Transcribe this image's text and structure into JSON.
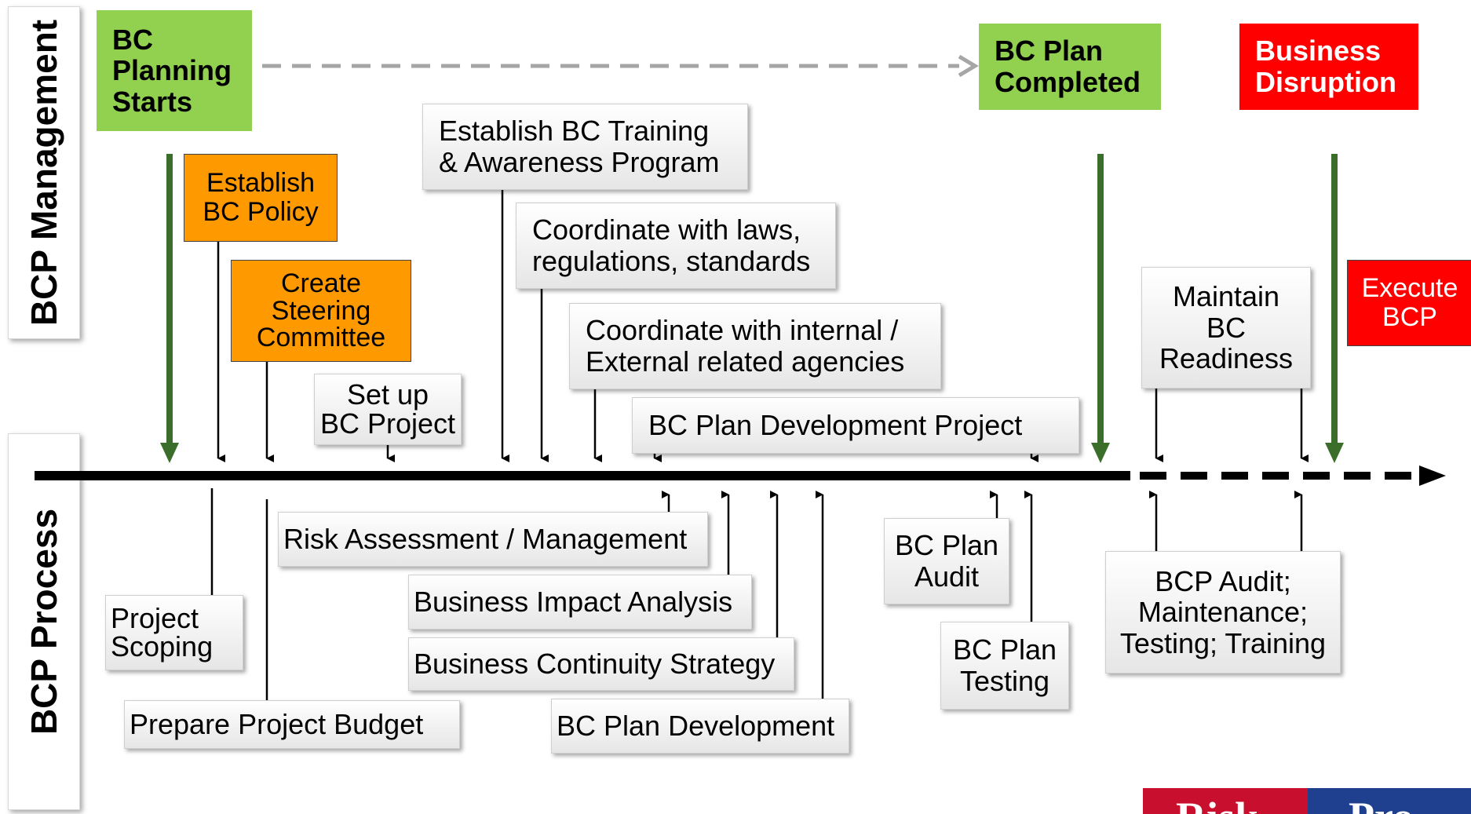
{
  "side_labels": {
    "top": "BCP Management",
    "bottom": "BCP Process"
  },
  "milestones": {
    "start": "BC\nPlanning\nStarts",
    "completed": "BC Plan\nCompleted",
    "disruption": "Business\nDisruption"
  },
  "management_tasks": {
    "policy": "Establish\nBC Policy",
    "steering": "Create\nSteering\nCommittee",
    "project": "Set up\nBC Project",
    "training": "Establish BC Training\n& Awareness Program",
    "laws": "Coordinate with laws,\nregulations, standards",
    "agencies": "Coordinate with internal /\nExternal related agencies",
    "devproject": "BC Plan Development Project",
    "maintain": "Maintain\nBC\nReadiness",
    "execute": "Execute\nBCP"
  },
  "process_tasks": {
    "scoping": "Project\nScoping",
    "budget": "Prepare Project Budget",
    "risk": "Risk Assessment / Management",
    "bia": "Business Impact Analysis",
    "strategy": "Business Continuity Strategy",
    "development": "BC Plan Development",
    "audit": "BC Plan\nAudit",
    "testing": "BC Plan\nTesting",
    "bcpaudit": "BCP Audit;\nMaintenance;\nTesting; Training"
  },
  "logo": {
    "left": "Risk",
    "right": "Pro"
  },
  "colors": {
    "milestone_green": "#92d050",
    "milestone_red": "#ff0000",
    "policy_orange": "#ff9900",
    "arrow_green": "#3a6e2a"
  }
}
